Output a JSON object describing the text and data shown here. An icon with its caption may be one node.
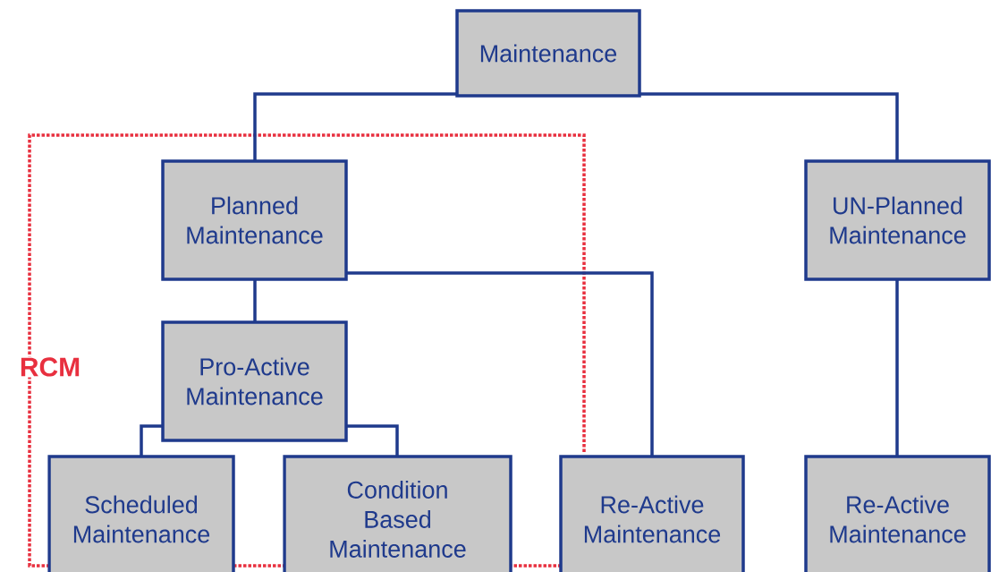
{
  "diagram": {
    "nodes": [
      {
        "text": [
          "Maintenance"
        ]
      },
      {
        "text": [
          "Planned Maintenance"
        ]
      },
      {
        "text": [
          "UN-Planned Maintenance"
        ]
      },
      {
        "text": [
          "Pro-Active Maintenance"
        ]
      },
      {
        "text": [
          "Scheduled Maintenance"
        ]
      },
      {
        "text": [
          "Condition Based Maintenance"
        ]
      },
      {
        "text": [
          "Re-Active Maintenance"
        ]
      },
      {
        "text": [
          "Re-Active Maintenance"
        ]
      }
    ],
    "edges": [
      {
        "from": 0,
        "to": 1,
        "arrow": "none"
      },
      {
        "from": 0,
        "to": 2,
        "arrow": "none"
      },
      {
        "from": 1,
        "to": 3,
        "arrow": "none"
      },
      {
        "from": 1,
        "to": 6,
        "arrow": "none"
      },
      {
        "from": 2,
        "to": 7,
        "arrow": "none"
      },
      {
        "from": 3,
        "to": 4,
        "arrow": "none"
      },
      {
        "from": 3,
        "to": 5,
        "arrow": "none"
      }
    ],
    "labels": [
      "RCM"
    ]
  }
}
